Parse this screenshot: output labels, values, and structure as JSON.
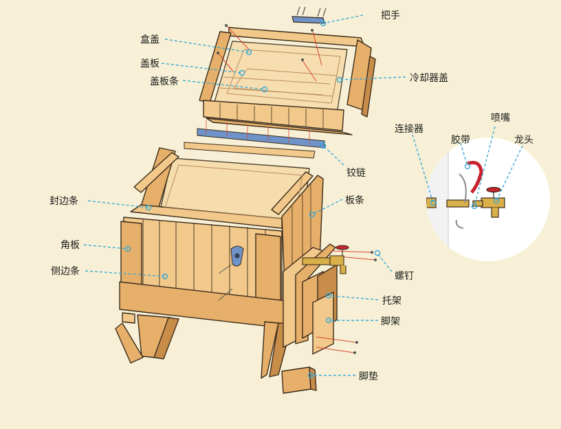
{
  "labels": {
    "handle": "把手",
    "box_lid": "盒盖",
    "lid_panel": "盖板",
    "lid_strip": "盖板条",
    "cooler_lid": "冷却器盖",
    "hinge": "铰链",
    "edge_strip": "封边条",
    "slat": "板条",
    "corner_board": "角板",
    "side_strip": "侧边条",
    "screw": "螺钉",
    "bracket": "托架",
    "leg_frame": "脚架",
    "foot_pad": "脚垫",
    "connector": "连接器",
    "tape": "胶带",
    "nozzle": "喷嘴",
    "faucet": "龙头"
  },
  "colors": {
    "background": "#f7f0d6",
    "wood_light": "#f2c98a",
    "wood_mid": "#e6b06a",
    "wood_dark": "#c98d4a",
    "outline": "#3a2a1a",
    "leader": "#3aa9d8",
    "screw_line": "#d9432f",
    "hinge": "#6f93c9",
    "brass": "#d9b04a",
    "valve_red": "#c8232c"
  }
}
